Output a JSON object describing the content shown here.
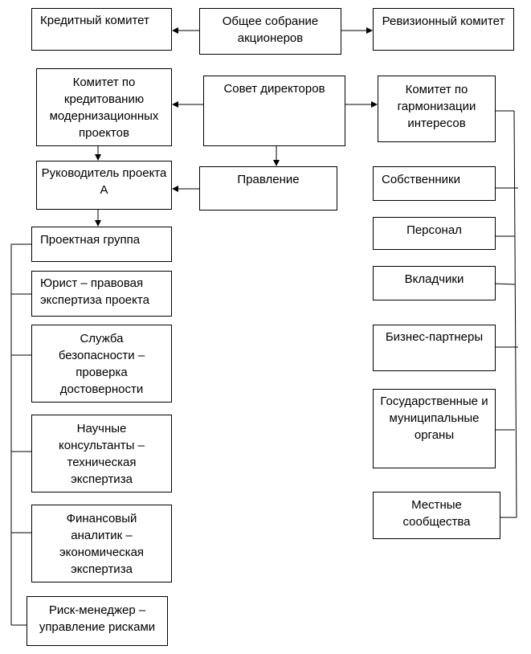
{
  "diagram": {
    "nodes": {
      "credit_committee": "Кредитный комитет",
      "general_meeting": "Общее собрание акционеров",
      "audit_committee": "Ревизионный комитет",
      "modernization_committee": "Комитет по кредитованию модернизационных проектов",
      "board_of_directors": "Совет директоров",
      "harmonization_committee": "Комитет по гармонизации интересов",
      "project_head": "Руководитель проекта А",
      "management_board": "Правление",
      "project_group": "Проектная группа",
      "lawyer": "Юрист – правовая экспертиза проекта",
      "security": "Служба безопасности – проверка достоверности",
      "scientific": "Научные консультанты – техническая экспертиза",
      "financial": "Финансовый аналитик – экономическая экспертиза",
      "risk": "Риск-менеджер – управление рисками",
      "owners": "Собственники",
      "staff": "Персонал",
      "depositors": "Вкладчики",
      "partners": "Бизнес-партнеры",
      "government": "Государственные и муниципальные органы",
      "communities": "Местные сообщества"
    }
  }
}
